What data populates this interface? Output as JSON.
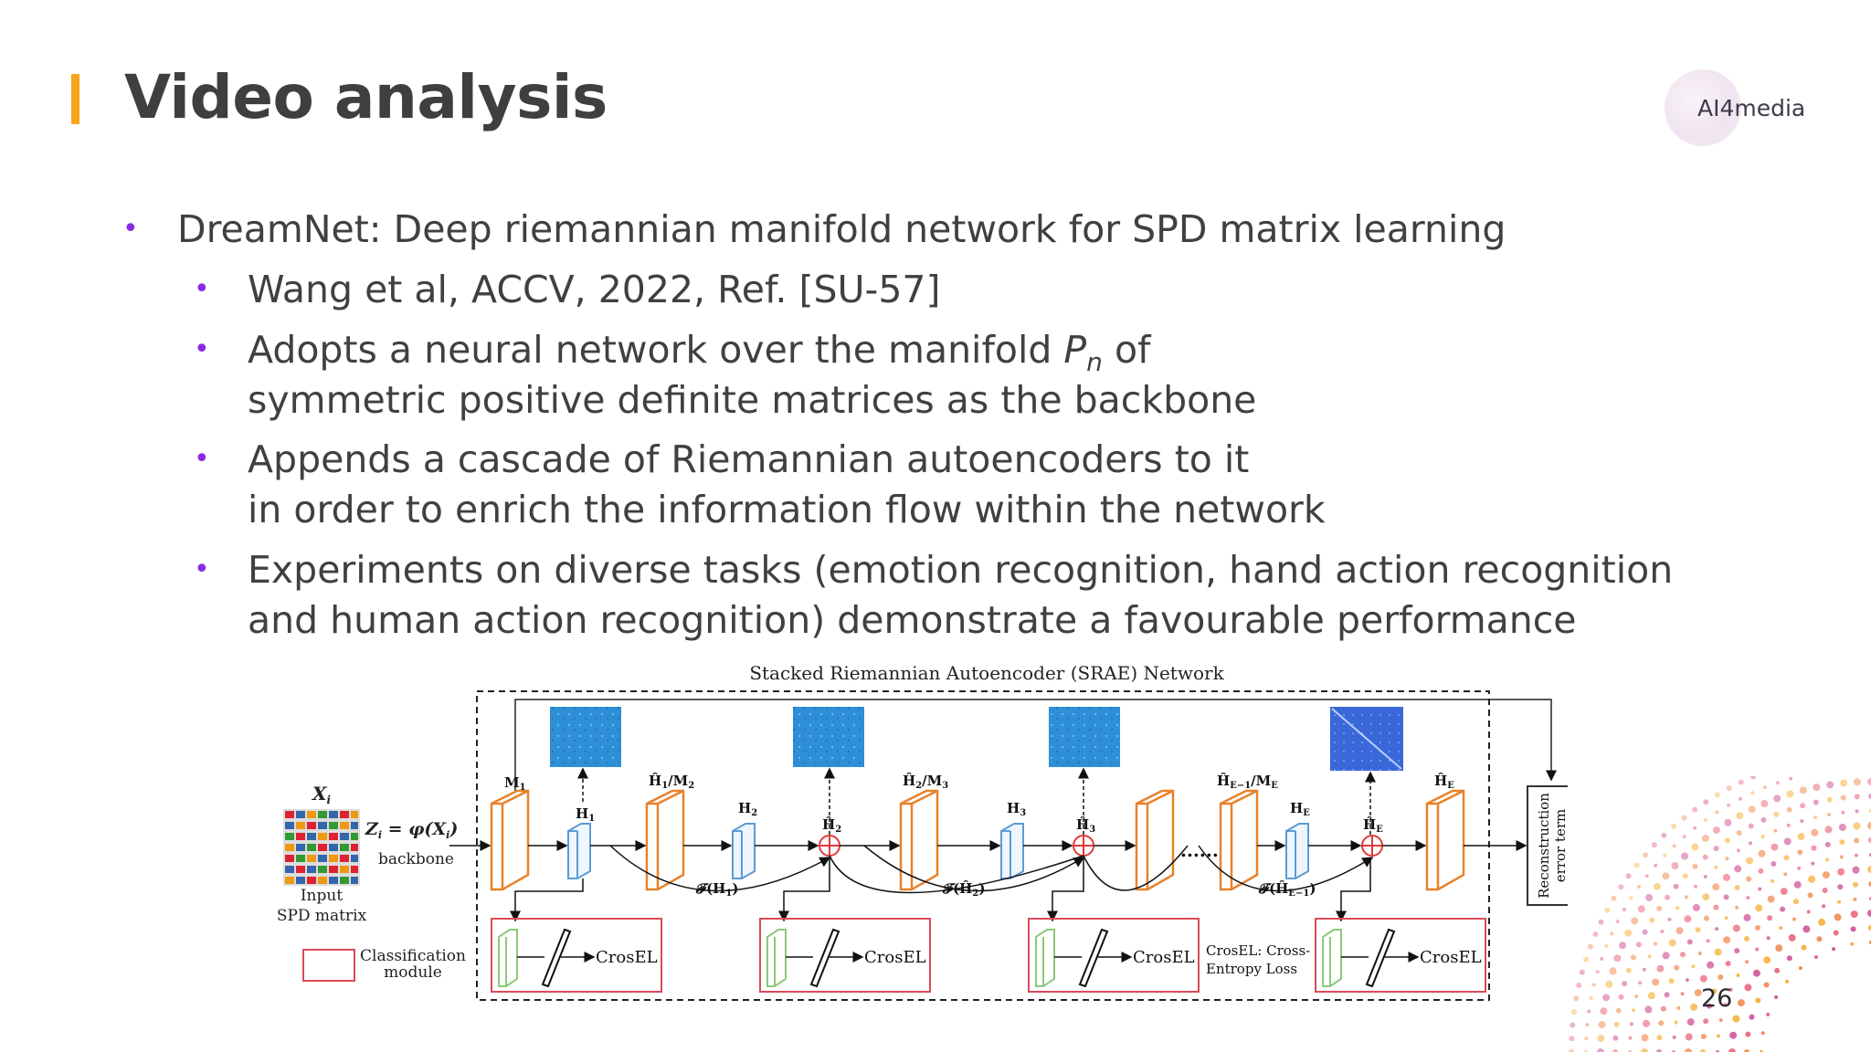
{
  "slide": {
    "title": "Video analysis",
    "page_number": "26",
    "logo_text": "AI4media"
  },
  "bullets": [
    {
      "level": 1,
      "lines": [
        "DreamNet: Deep riemannian manifold network for SPD matrix learning"
      ]
    },
    {
      "level": 2,
      "lines": [
        "Wang et al, ACCV, 2022, Ref. [SU-57]"
      ]
    },
    {
      "level": 2,
      "lines_pre": "Adopts a neural network over the manifold ",
      "math_symbol": "P",
      "math_sub": "n",
      "lines_post": " of",
      "line2": "symmetric positive definite matrices as the backbone"
    },
    {
      "level": 2,
      "lines": [
        "Appends a cascade of Riemannian autoencoders to it",
        "in order to enrich the information flow within the network"
      ]
    },
    {
      "level": 2,
      "lines": [
        "Experiments on diverse tasks (emotion recognition, hand action recognition",
        "and human action recognition) demonstrate a favourable performance"
      ]
    }
  ],
  "figure": {
    "caption": "Stacked Riemannian Autoencoder (SRAE) Network",
    "input_label_x": "X",
    "input_label_x_sub": "i",
    "backbone_eq": "Z",
    "backbone_eq_rest": " = φ",
    "backbone_eq_tail": "(X",
    "backbone_eq_end": ")",
    "backbone_label": "backbone",
    "input_label_1": "Input",
    "input_label_2": "SPD matrix",
    "legend_label_1": "Classification",
    "legend_label_2": "module",
    "recon_label_1": "Reconstruction",
    "recon_label_2": "error term",
    "crosel_label": "CrosEL",
    "crosel_note_1": "CrosEL: Cross-",
    "crosel_note_2": "Entropy Loss",
    "block_labels": {
      "m1": "M",
      "m1_sub": "1",
      "h1": "H",
      "h1_sub": "1",
      "h1m2": "Ĥ",
      "h1m2_sub": "1",
      "h1m2_tail": "/M",
      "h1m2_tail_sub": "2",
      "h2": "H",
      "h2_sub": "2",
      "h2hat": "Ĥ",
      "h2hat_sub": "2",
      "h2m3": "Ĥ",
      "h2m3_sub": "2",
      "h2m3_tail": "/M",
      "h2m3_tail_sub": "3",
      "h3": "H",
      "h3_sub": "3",
      "h3hat": "Ĥ",
      "h3hat_sub": "3",
      "hem": "Ĥ",
      "hem_sub": "E−1",
      "hem_tail": "/M",
      "hem_tail_sub": "E",
      "he": "H",
      "he_sub": "E",
      "hehat": "Ĥ",
      "hehat_sub": "E",
      "hehat2": "Ĥ",
      "hehat2_sub": "E",
      "f1": "𝓕(H",
      "f1_sub": "1",
      "f1_tail": ")",
      "f2": "𝓕(Ĥ",
      "f2_sub": "2",
      "f2_tail": ")",
      "f3": "𝓕(Ĥ",
      "f3_sub": "E−1",
      "f3_tail": ")",
      "ellipsis": "......"
    }
  },
  "colors": {
    "accent_bar": "#f5a51c",
    "bullet_dot": "#8a2be2",
    "block_orange": "#e8822a",
    "block_blue": "#5b9bd5",
    "block_green": "#8cc97a",
    "module_red": "#d94a5a",
    "plus_red": "#e03a3a"
  }
}
